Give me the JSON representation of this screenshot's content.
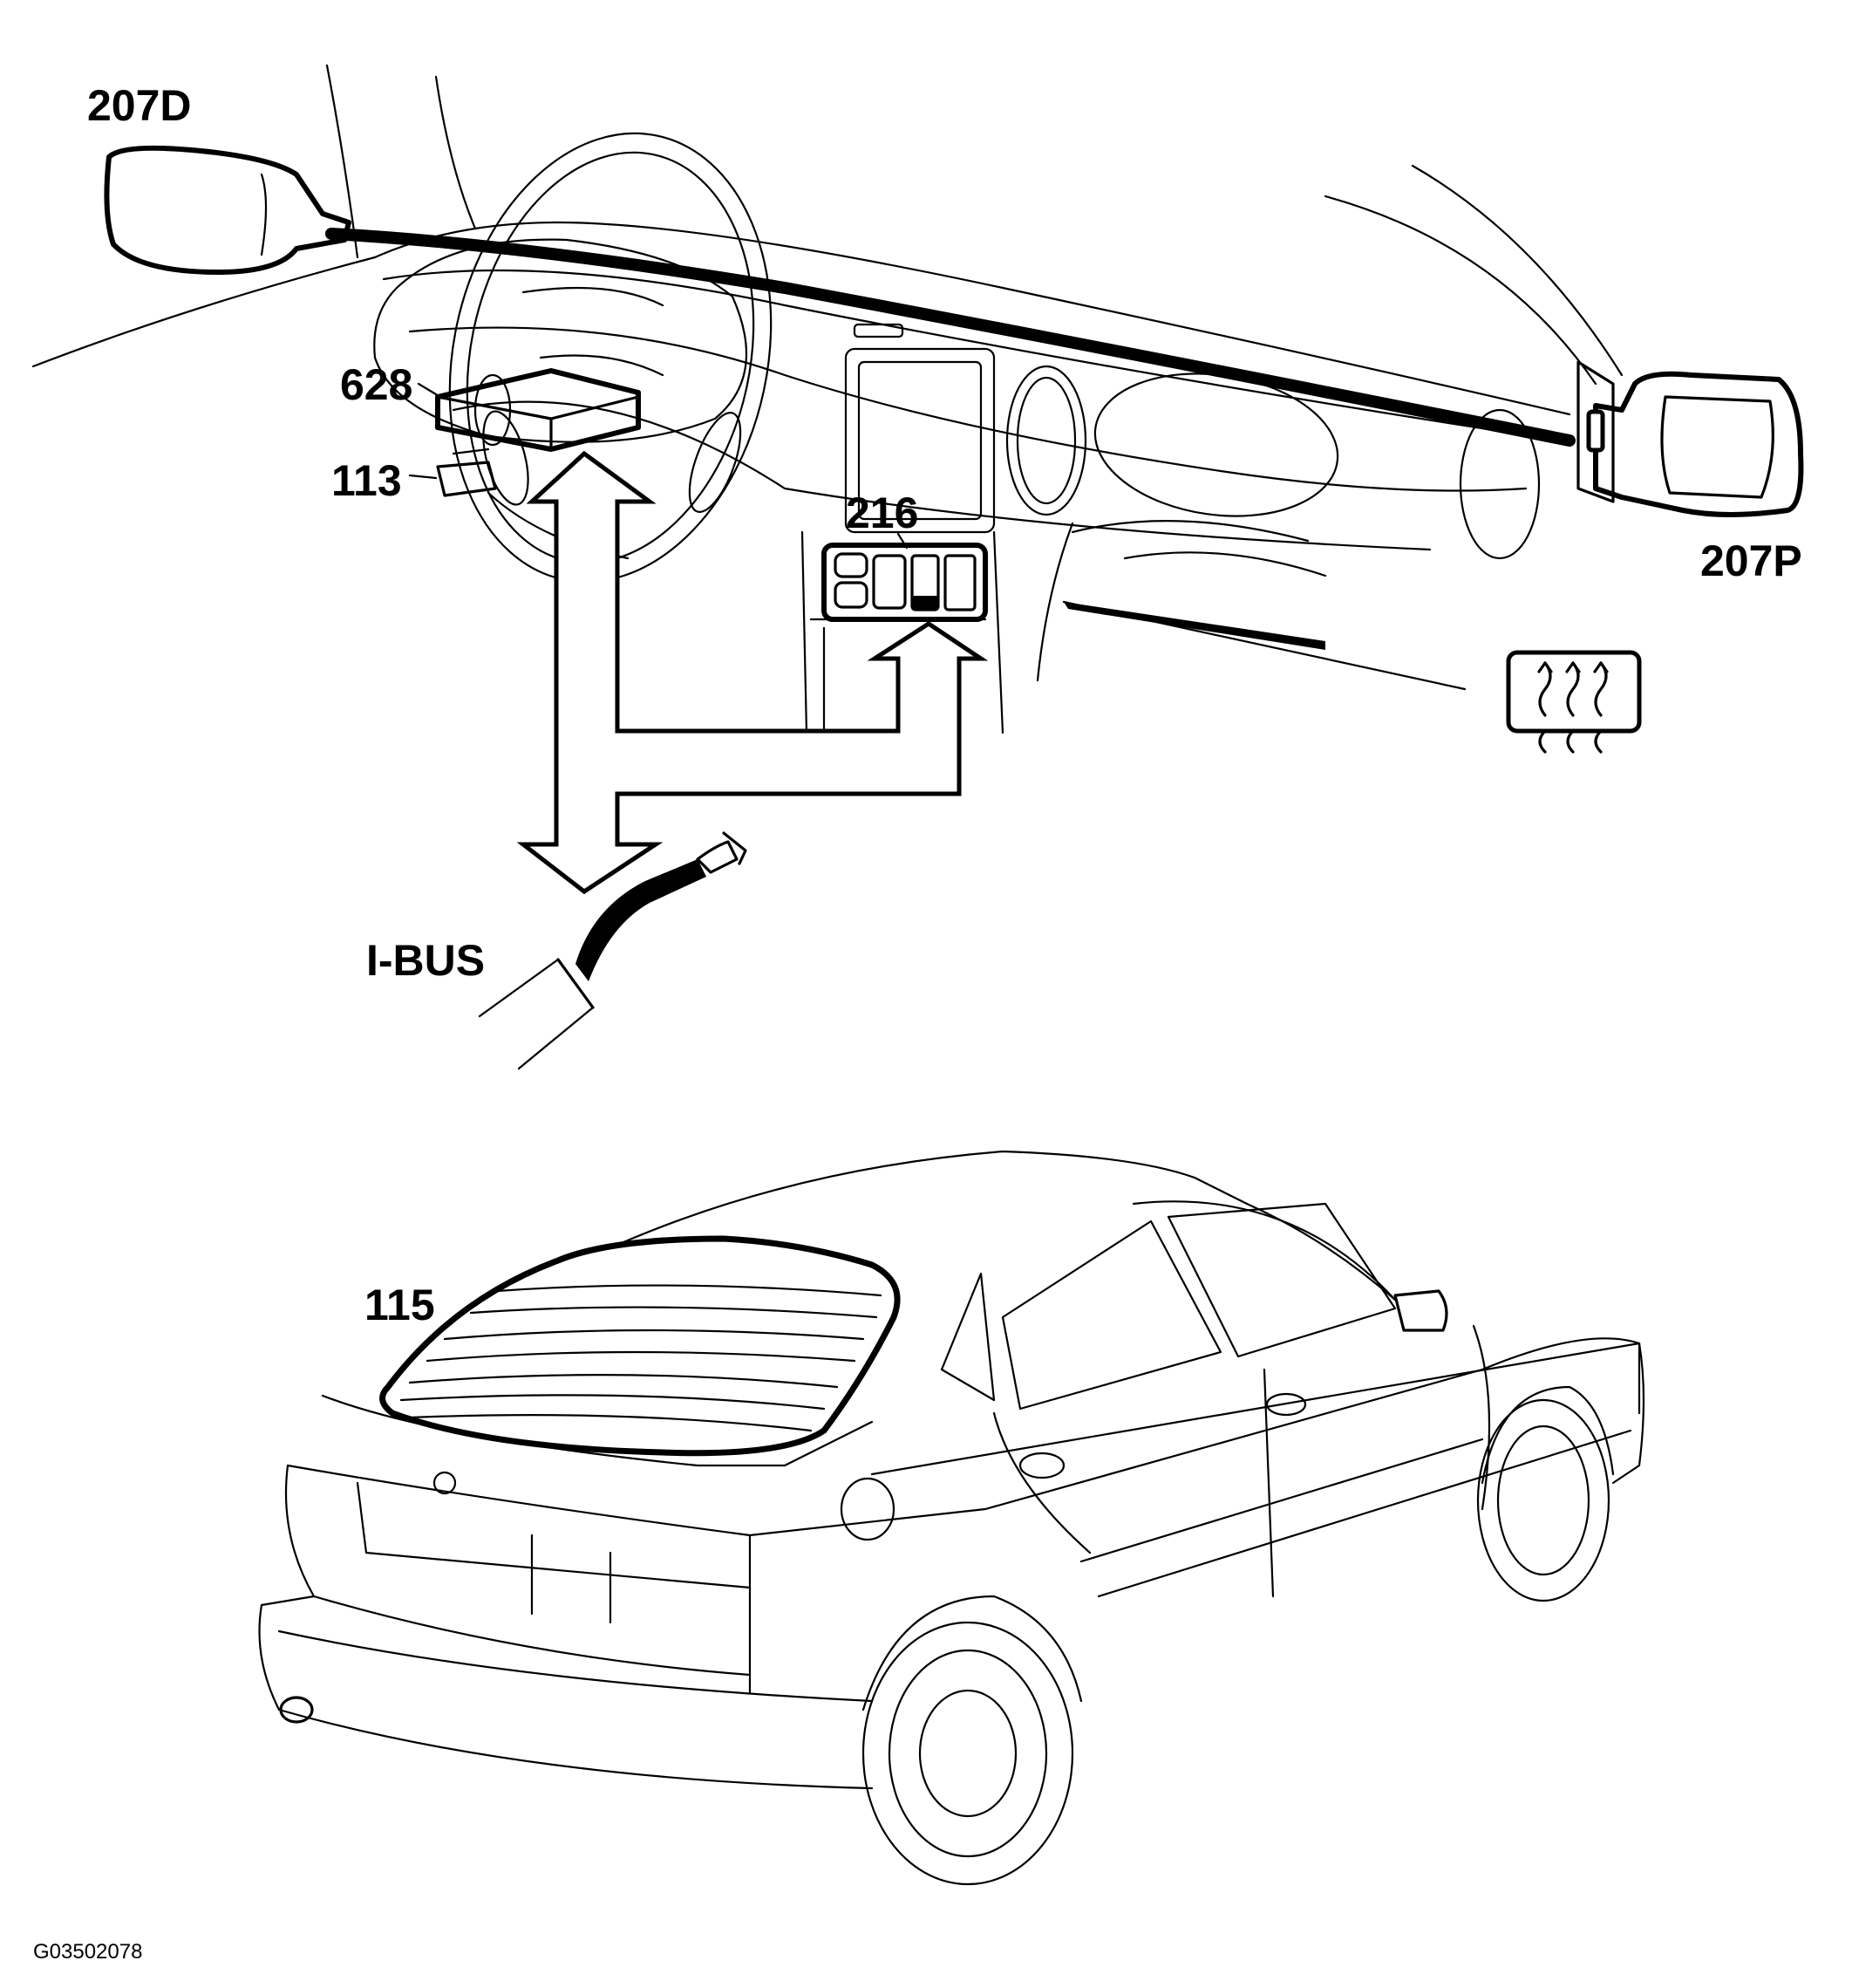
{
  "labels": {
    "mirror_left": "207D",
    "mirror_right": "207P",
    "module": "628",
    "switch": "113",
    "control_panel": "216",
    "bus": "I-BUS",
    "rear_window": "115"
  },
  "figure_code": "G03502078",
  "icons": {
    "defroster": "rear-window-defroster-icon"
  }
}
